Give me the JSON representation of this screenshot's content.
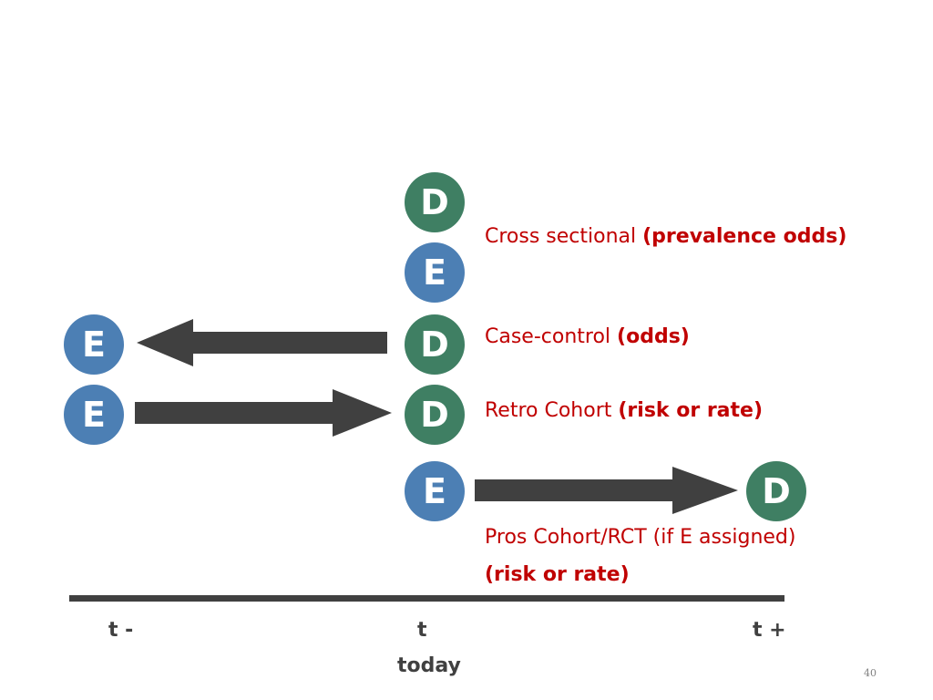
{
  "nodes": {
    "cross_d": "D",
    "cross_e": "E",
    "case_e": "E",
    "case_d": "D",
    "retro_e": "E",
    "retro_d": "D",
    "pros_e": "E",
    "pros_d": "D"
  },
  "labels": {
    "cross_sectional": {
      "main": "Cross sectional ",
      "measure": "(prevalence odds)"
    },
    "case_control": {
      "main": "Case-control ",
      "measure": "(odds)"
    },
    "retro_cohort": {
      "main": "Retro Cohort ",
      "measure": "(risk or rate)"
    },
    "pros_cohort": {
      "main": "Pros Cohort/RCT (if E assigned)",
      "measure": "(risk or rate)"
    }
  },
  "timeline": {
    "past": "t -",
    "present": "t",
    "present_sub": "today",
    "future": "t +"
  },
  "colors": {
    "exposure": "#4c7fb4",
    "disease": "#3f7f63",
    "label_text": "#c00000",
    "arrow": "#404040"
  },
  "page_number": "40"
}
